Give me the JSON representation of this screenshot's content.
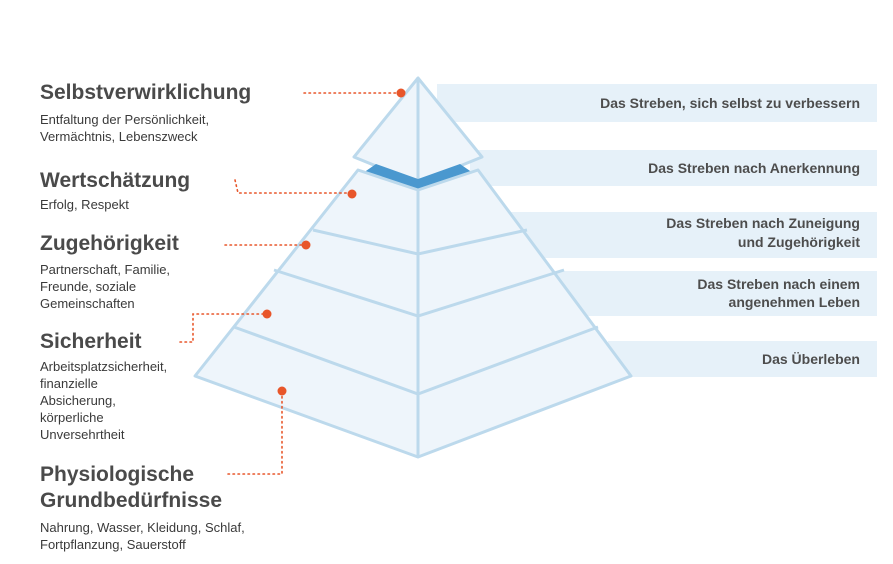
{
  "levels": [
    {
      "title": "Selbstverwirklichung",
      "description": "Entfaltung der Persönlichkeit,\nVermächtnis, Lebenszweck",
      "motive": "Das Streben, sich selbst zu verbessern"
    },
    {
      "title": "Wertschätzung",
      "description": "Erfolg, Respekt",
      "motive": "Das Streben nach Anerkennung"
    },
    {
      "title": "Zugehörigkeit",
      "description": "Partnerschaft, Familie,\nFreunde, soziale\nGemeinschaften",
      "motive": "Das Streben nach Zuneigung und Zugehörigkeit",
      "motive_lines": [
        "Das Streben nach Zuneigung",
        "und Zugehörigkeit"
      ]
    },
    {
      "title": "Sicherheit",
      "description": "Arbeitsplatzsicherheit,\nfinanzielle\nAbsicherung,\nkörperliche\nUnversehrtheit",
      "motive": "Das Streben nach einem angenehmen Leben",
      "motive_lines": [
        "Das Streben nach einem",
        "angenehmen Leben"
      ]
    },
    {
      "title": "Physiologische Grundbedürfnisse",
      "title_lines": [
        "Physiologische",
        "Grundbedürfnisse"
      ],
      "description": "Nahrung, Wasser, Kleidung, Schlaf,\nFortpflanzung, Sauerstoff",
      "motive": "Das Überleben"
    }
  ],
  "colors": {
    "pyramid_fill": "#eef5fb",
    "pyramid_stroke": "#bcd9ec",
    "band_fill": "#e6f1f9",
    "accent_blue": "#4a98cf",
    "marker": "#e8562a",
    "title_text": "#4a4a4a",
    "body_text": "#3a3a3a"
  }
}
